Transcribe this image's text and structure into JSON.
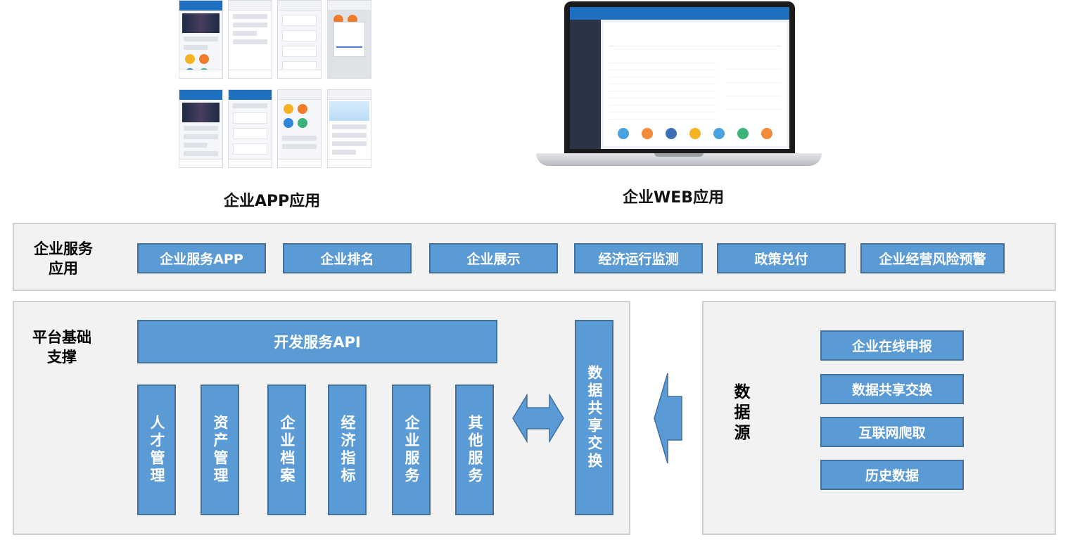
{
  "captions": {
    "app": "企业APP应用",
    "web": "企业WEB应用"
  },
  "service_layer": {
    "title_line1": "企业服务",
    "title_line2": "应用",
    "items": [
      "企业服务APP",
      "企业排名",
      "企业展示",
      "经济运行监测",
      "政策兑付",
      "企业经营风险预警"
    ]
  },
  "platform_layer": {
    "title_line1": "平台基础",
    "title_line2": "支撑",
    "api": "开发服务API",
    "modules": [
      "人才管理",
      "资产管理",
      "企业档案",
      "经济指标",
      "企业服务",
      "其他服务"
    ],
    "exchange": "数据共享交换"
  },
  "data_source": {
    "title": "数据源",
    "items": [
      "企业在线申报",
      "数据共享交换",
      "互联网爬取",
      "历史数据"
    ]
  },
  "colors": {
    "box_fill": "#5b9bd5",
    "box_border": "#41719c",
    "panel_fill": "#f2f2f2",
    "panel_border": "#cfcfcf"
  }
}
